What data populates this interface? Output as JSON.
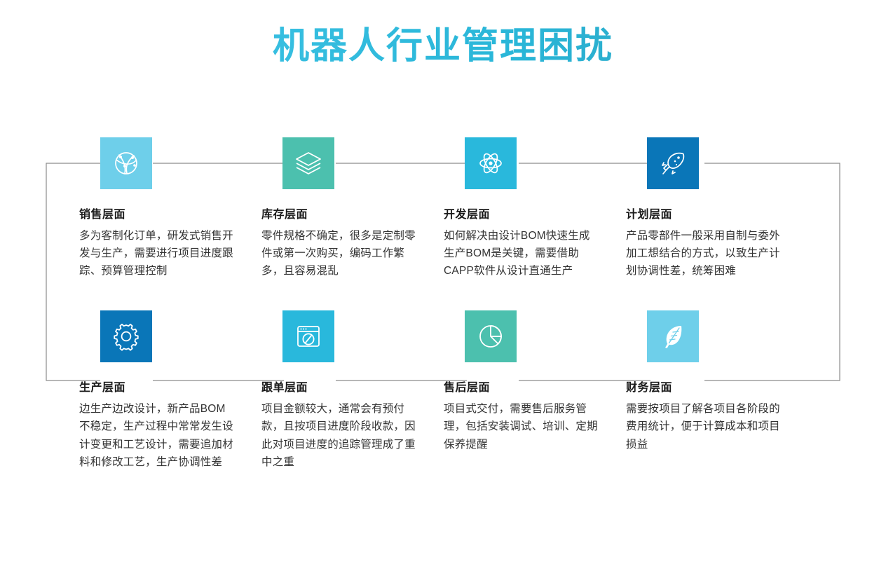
{
  "header": {
    "title": "机器人行业管理困扰",
    "title_gradient_from": "#2AA9E0",
    "title_gradient_to": "#2E9FBE"
  },
  "theme": {
    "light_blue": "#6ECFEA",
    "teal": "#4CC0AE",
    "cyan": "#29B8DC",
    "dark_blue": "#0A76B8",
    "connector_line": "#8c8c8c",
    "title_color": "#34AEDC",
    "heading_color": "#1a1a1a",
    "body_color": "#333333"
  },
  "cards": [
    {
      "id": "sales",
      "title": "销售层面",
      "body": "多为客制化订单，研发式销售开发与生产，需要进行项目进度跟踪、预算管理控制",
      "icon": "globe-network-icon",
      "color": "#6ECFEA"
    },
    {
      "id": "inventory",
      "title": "库存层面",
      "body": "零件规格不确定，很多是定制零件或第一次购买，编码工作繁多，且容易混乱",
      "icon": "layers-stack-icon",
      "color": "#4CC0AE"
    },
    {
      "id": "development",
      "title": "开发层面",
      "body": "如何解决由设计BOM快速生成生产BOM是关键，需要借助CAPP软件从设计直通生产",
      "icon": "atom-icon",
      "color": "#29B8DC"
    },
    {
      "id": "planning",
      "title": "计划层面",
      "body": "产品零部件一般采用自制与委外加工想结合的方式，以致生产计划协调性差，统筹困难",
      "icon": "rocket-icon",
      "color": "#0A76B8"
    },
    {
      "id": "production",
      "title": "生产层面",
      "body": "边生产边改设计，新产品BOM不稳定，生产过程中常常发生设计变更和工艺设计，需要追加材料和修改工艺，生产协调性差",
      "icon": "gear-icon",
      "color": "#0A76B8"
    },
    {
      "id": "order-tracking",
      "title": "跟单层面",
      "body": "项目金额较大，通常会有预付款，且按项目进度阶段收款，因此对项目进度的追踪管理成了重中之重",
      "icon": "browser-compass-icon",
      "color": "#29B8DC"
    },
    {
      "id": "after-sales",
      "title": "售后层面",
      "body": "项目式交付，需要售后服务管理，包括安装调试、培训、定期保养提醒",
      "icon": "pie-chart-icon",
      "color": "#4CC0AE"
    },
    {
      "id": "finance",
      "title": "财务层面",
      "body": "需要按项目了解各项目各阶段的费用统计，便于计算成本和项目损益",
      "icon": "feather-icon",
      "color": "#6ECFEA"
    }
  ]
}
